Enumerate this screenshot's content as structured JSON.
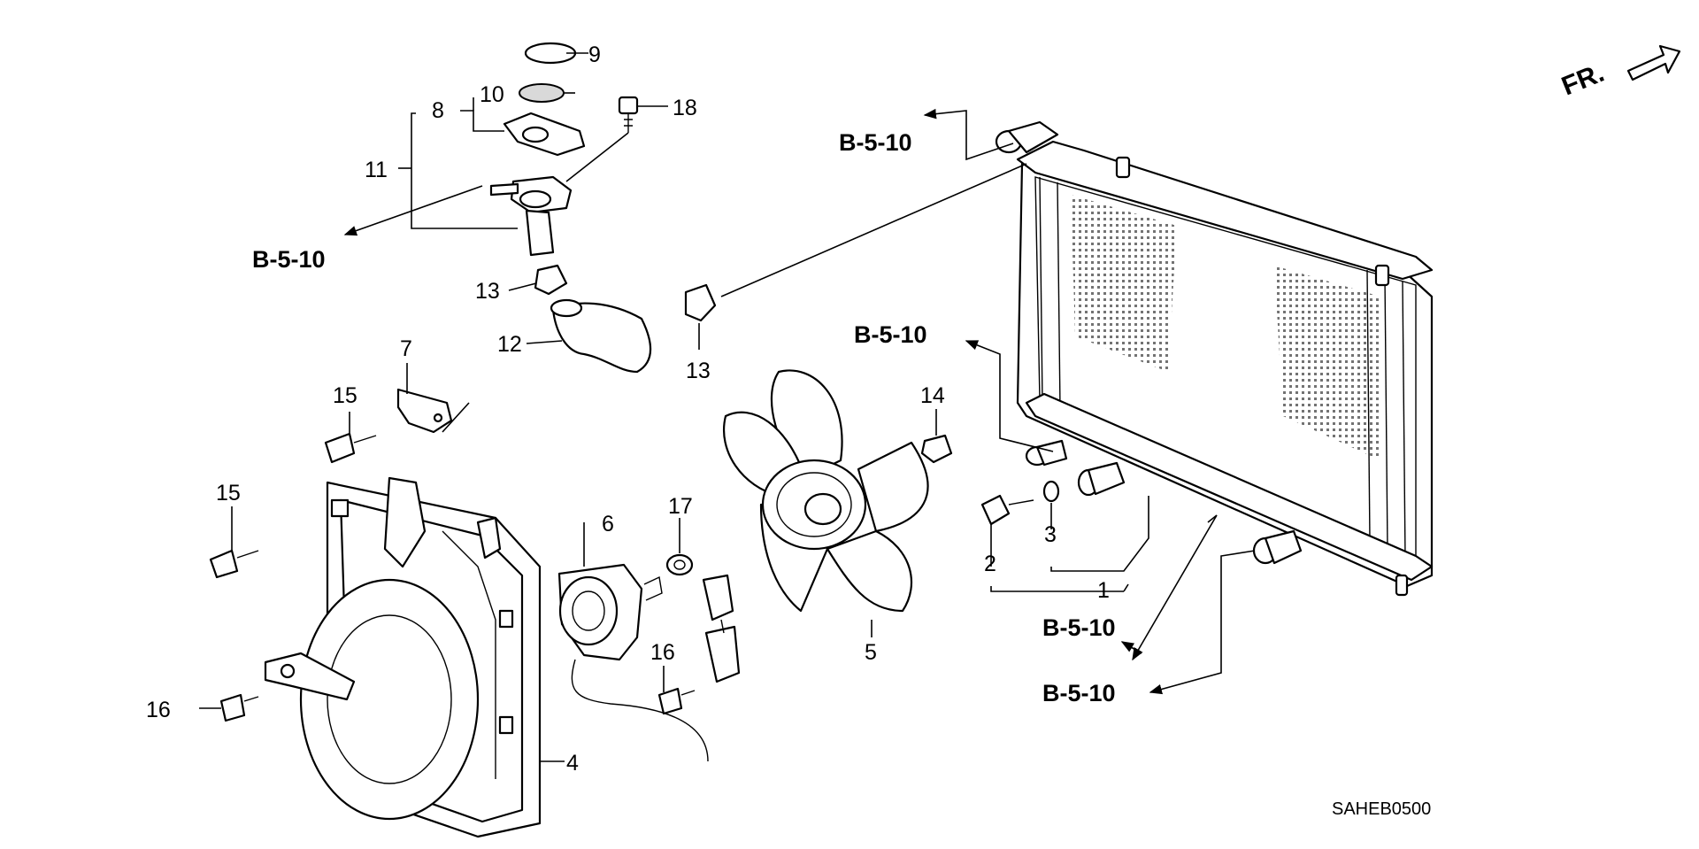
{
  "diagram_code": "SAHEB0500",
  "direction_label": "FR.",
  "reference_label": "B-5-10",
  "callouts": {
    "p1": "1",
    "p2": "2",
    "p3": "3",
    "p4": "4",
    "p5": "5",
    "p6": "6",
    "p7": "7",
    "p8": "8",
    "p9": "9",
    "p10": "10",
    "p11": "11",
    "p12": "12",
    "p13a": "13",
    "p13b": "13",
    "p14": "14",
    "p15a": "15",
    "p15b": "15",
    "p16a": "16",
    "p16b": "16",
    "p17": "17",
    "p18": "18"
  }
}
